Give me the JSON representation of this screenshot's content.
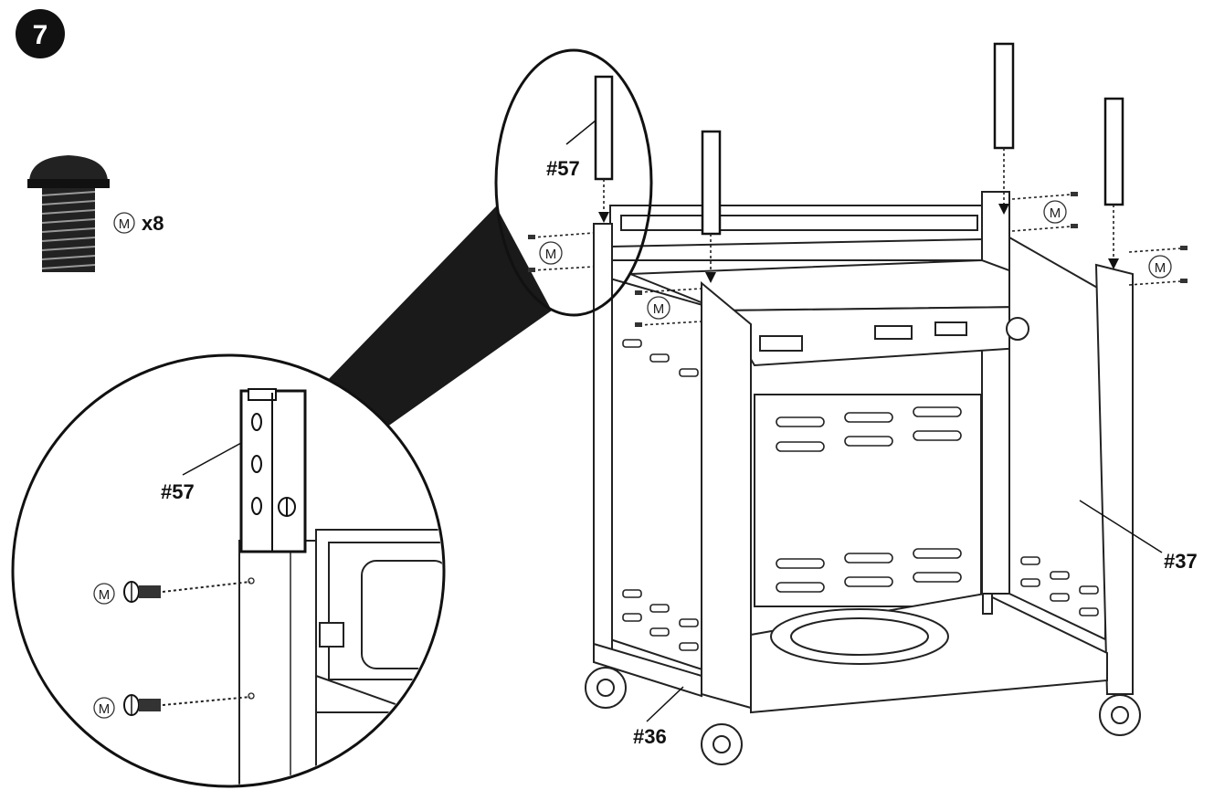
{
  "step": {
    "number": "7"
  },
  "hardware": {
    "code": "M",
    "quantity": "x8"
  },
  "callouts": {
    "leg_extension": "#57",
    "leg_extension_detail": "#57",
    "cart_frame_front": "#36",
    "cart_side_panel": "#37"
  },
  "colors": {
    "ink": "#111111",
    "screw": "#333333",
    "fill": "#ffffff",
    "shadow": "#1a1a1a"
  },
  "icons": [
    "screw-icon",
    "m-badge-icon",
    "caster-wheel-icon",
    "down-arrow-icon"
  ]
}
